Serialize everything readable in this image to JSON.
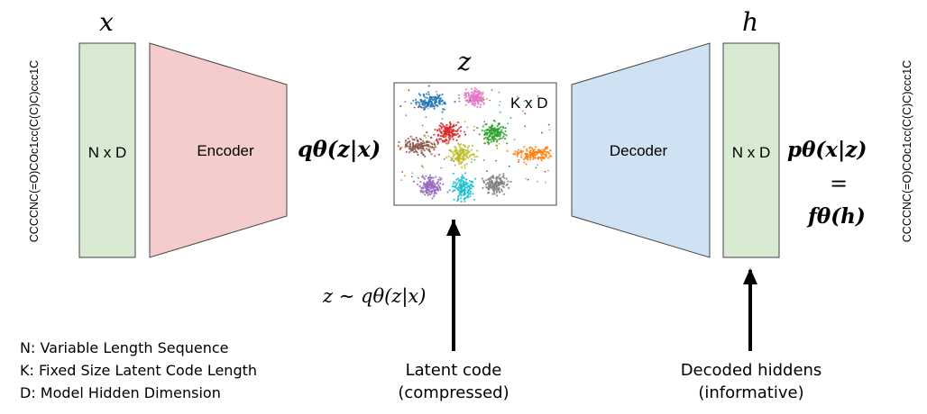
{
  "left_block": {
    "symbol": "x",
    "label": "N x D",
    "smiles": "CCCCNC(=O)COc1cc(C(C)C)ccc1C"
  },
  "encoder": {
    "label": "Encoder",
    "fill": "#f4cccc"
  },
  "encoder_output": "qθ(z|x)",
  "latent": {
    "symbol": "z",
    "label": "K x D",
    "sampling": "z ∼ qθ(z|x)",
    "caption_line1": "Latent code",
    "caption_line2": "(compressed)",
    "clusters": [
      {
        "color": "#1f77b4"
      },
      {
        "color": "#e377c2"
      },
      {
        "color": "#d62728"
      },
      {
        "color": "#2ca02c"
      },
      {
        "color": "#8c564b"
      },
      {
        "color": "#bcbd22"
      },
      {
        "color": "#ff7f0e"
      },
      {
        "color": "#9467bd"
      },
      {
        "color": "#17becf"
      },
      {
        "color": "#7f7f7f"
      }
    ]
  },
  "decoder": {
    "label": "Decoder",
    "fill": "#cfe2f3"
  },
  "right_block": {
    "symbol": "h",
    "label": "N x D",
    "smiles": "CCCCNC(=O)COc1cc(C(C)C)ccc1C",
    "output_line1": "pθ(x|z)",
    "output_eq": "=",
    "output_line2": "fθ(h)",
    "caption_line1": "Decoded hiddens",
    "caption_line2": "(informative)"
  },
  "block_fill": "#d9ead3",
  "legend": [
    "N: Variable Length Sequence",
    "K: Fixed Size Latent Code Length",
    "D: Model Hidden Dimension"
  ]
}
